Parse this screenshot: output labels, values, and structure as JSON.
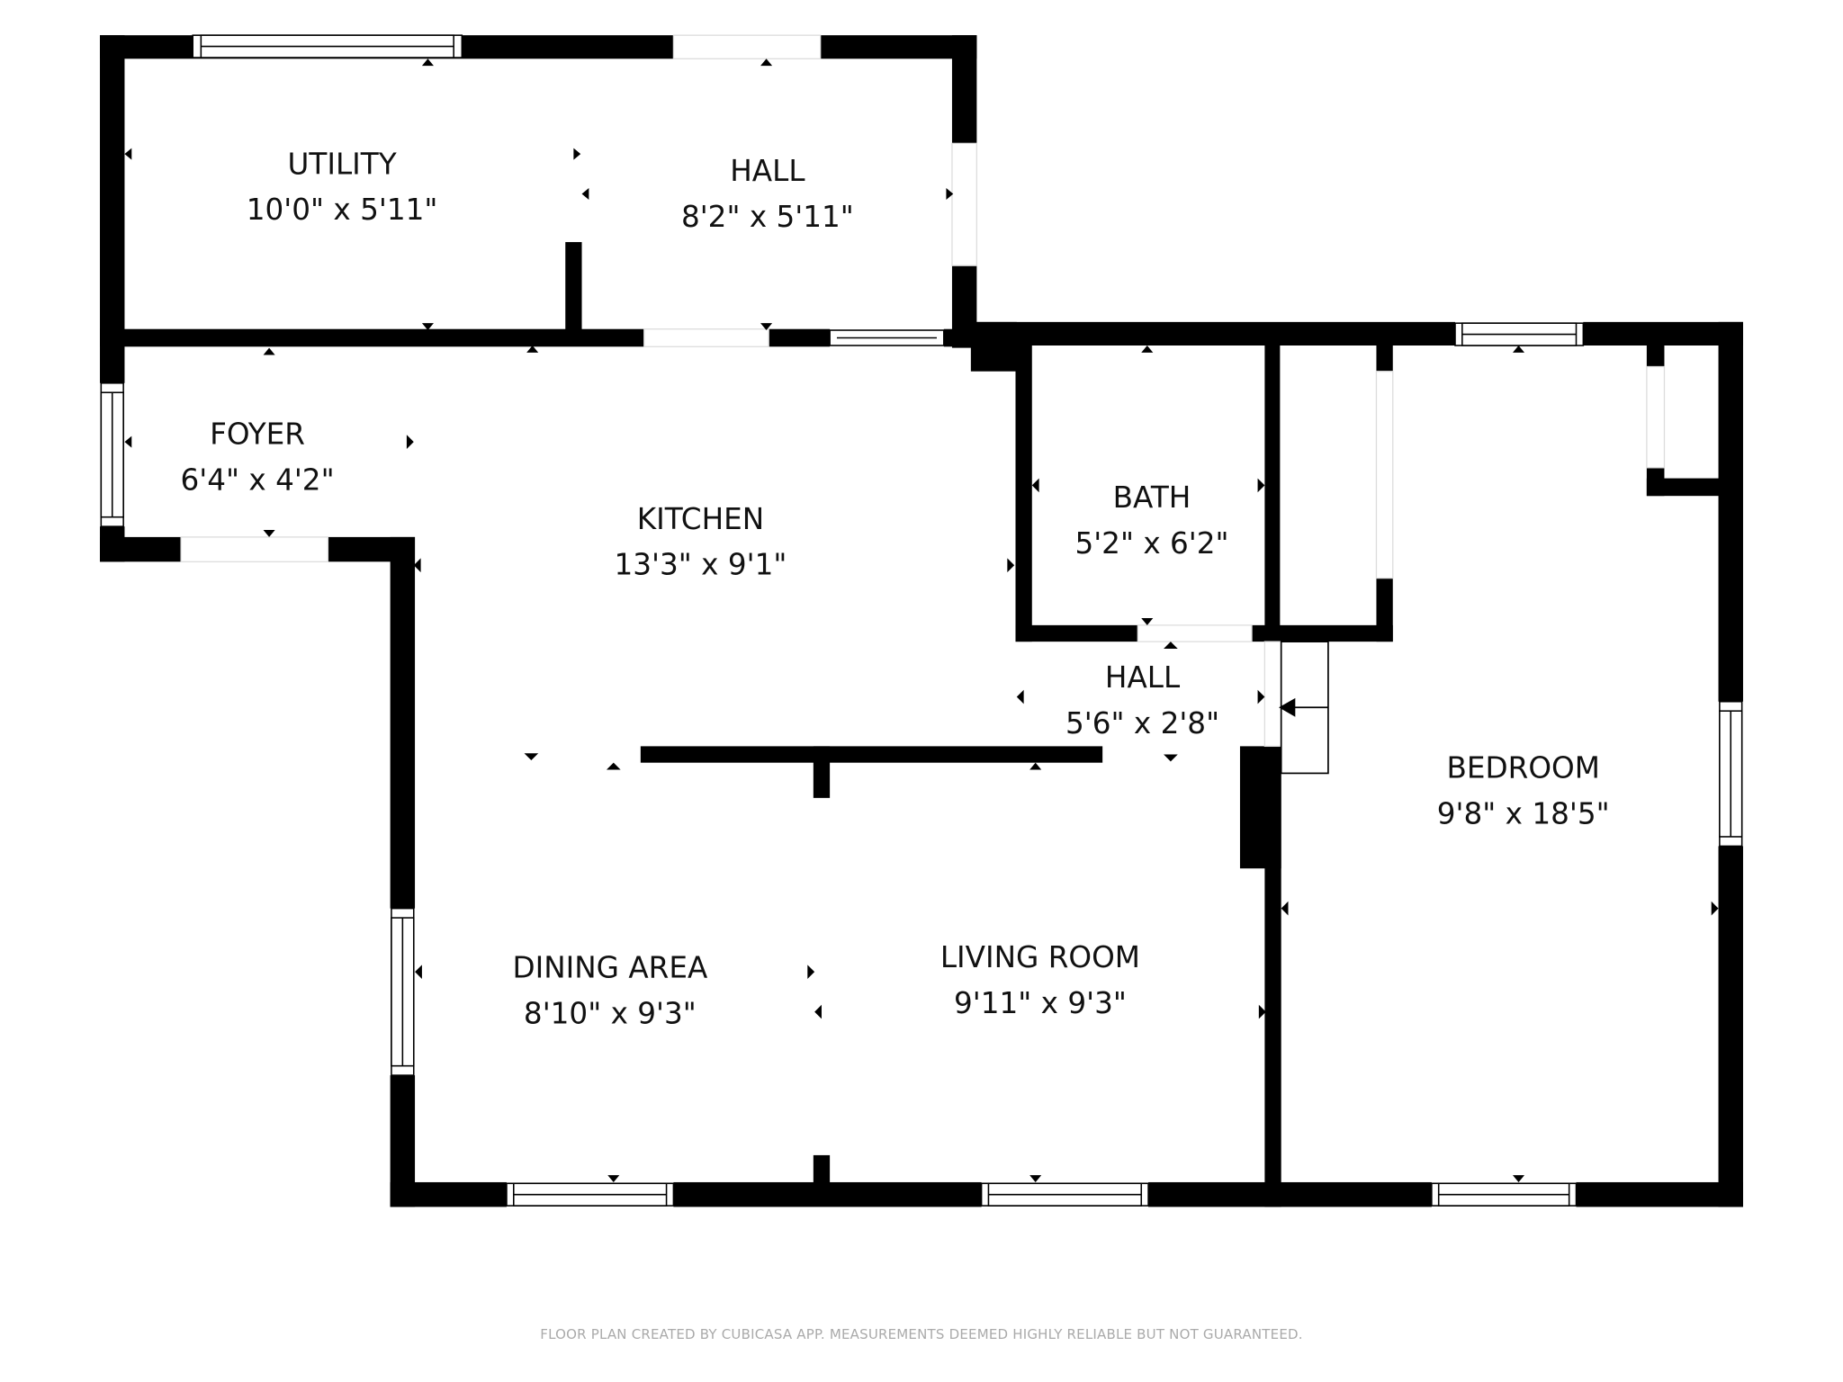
{
  "plan": {
    "rooms": [
      {
        "name": "UTILITY",
        "dims": "10'0\" x 5'11\""
      },
      {
        "name": "HALL",
        "dims": "8'2\" x 5'11\""
      },
      {
        "name": "FOYER",
        "dims": "6'4\" x 4'2\""
      },
      {
        "name": "KITCHEN",
        "dims": "13'3\" x 9'1\""
      },
      {
        "name": "BATH",
        "dims": "5'2\" x 6'2\""
      },
      {
        "name": "HALL",
        "dims": "5'6\" x 2'8\""
      },
      {
        "name": "BEDROOM",
        "dims": "9'8\" x 18'5\""
      },
      {
        "name": "DINING AREA",
        "dims": "8'10\" x 9'3\""
      },
      {
        "name": "LIVING ROOM",
        "dims": "9'11\" x 9'3\""
      }
    ]
  },
  "footer": {
    "disclaimer": "FLOOR PLAN CREATED BY CUBICASA APP. MEASUREMENTS DEEMED HIGHLY RELIABLE BUT NOT GUARANTEED."
  }
}
